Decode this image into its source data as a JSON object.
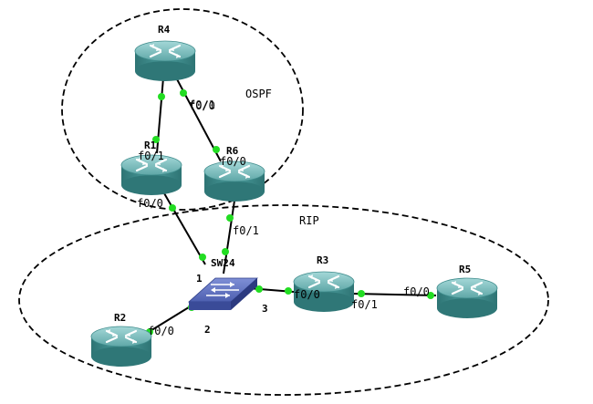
{
  "areas": {
    "ospf": "OSPF",
    "rip": "RIP"
  },
  "routers": {
    "r1": "R1",
    "r2": "R2",
    "r3": "R3",
    "r4": "R4",
    "r5": "R5",
    "r6": "R6"
  },
  "switch": {
    "name": "SW2"
  },
  "interfaces": {
    "r4_to_r1": "f0/1",
    "r4_to_r6": "f0/0",
    "r1_up": "f0/1",
    "r1_down": "f0/0",
    "r6_up": "f0/0",
    "r6_down": "f0/1",
    "r3_left": "f0/0",
    "r3_right": "f0/1",
    "r5_left": "f0/0",
    "r2_right": "f0/0"
  },
  "switch_ports": {
    "p1": "1",
    "p2": "2",
    "p3": "3",
    "p4": "4"
  },
  "colors": {
    "router_body": "#3d8f8f",
    "router_top": "#7fc3c3",
    "link_dot": "#22dd22",
    "switch_body": "#4a5da8"
  },
  "icons": {
    "router": "router-icon",
    "switch": "switch-icon"
  }
}
